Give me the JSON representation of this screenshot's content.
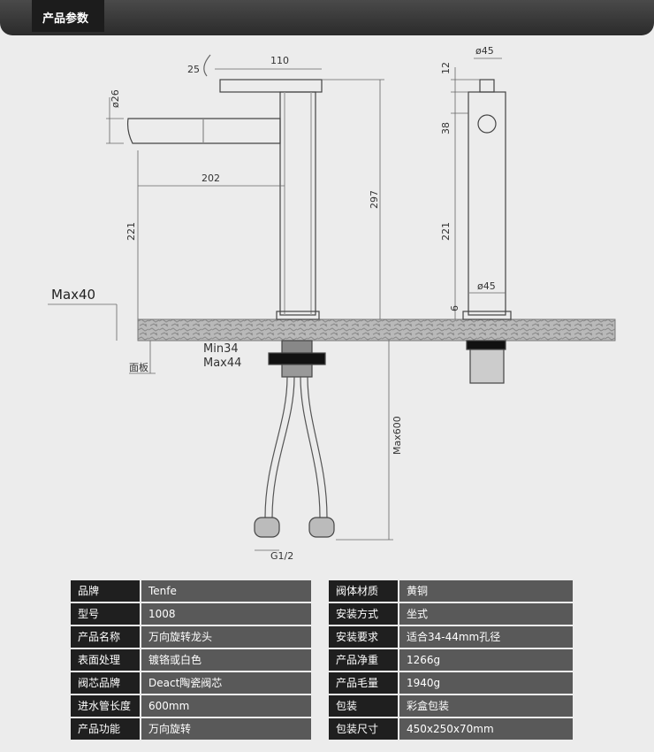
{
  "header": {
    "title": "产品参数"
  },
  "diagram": {
    "labels": {
      "d_25": "25",
      "d_110": "110",
      "d_phi26": "ø26",
      "d_202": "202",
      "d_221_left": "221",
      "d_297": "297",
      "max40": "Max40",
      "min34": "Min34",
      "max44": "Max44",
      "panel": "面板",
      "max600": "Max600",
      "g12": "G1/2",
      "d_phi45_top": "ø45",
      "d_12": "12",
      "d_38": "38",
      "d_221_right": "221",
      "d_phi45_base": "ø45",
      "d_6": "6"
    }
  },
  "specs": {
    "left": [
      {
        "key": "品牌",
        "value": "Tenfe"
      },
      {
        "key": "型号",
        "value": "1008"
      },
      {
        "key": "产品名称",
        "value": "万向旋转龙头"
      },
      {
        "key": "表面处理",
        "value": "镀铬或白色"
      },
      {
        "key": "阀芯品牌",
        "value": "Deact陶瓷阀芯"
      },
      {
        "key": "进水管长度",
        "value": "600mm"
      },
      {
        "key": "产品功能",
        "value": "万向旋转"
      }
    ],
    "right": [
      {
        "key": "阀体材质",
        "value": "黄铜"
      },
      {
        "key": "安装方式",
        "value": "坐式"
      },
      {
        "key": "安装要求",
        "value": "适合34-44mm孔径"
      },
      {
        "key": "产品净重",
        "value": "1266g"
      },
      {
        "key": "产品毛量",
        "value": "1940g"
      },
      {
        "key": "包装",
        "value": "彩盒包装"
      },
      {
        "key": "包装尺寸",
        "value": "450x250x70mm"
      }
    ]
  }
}
